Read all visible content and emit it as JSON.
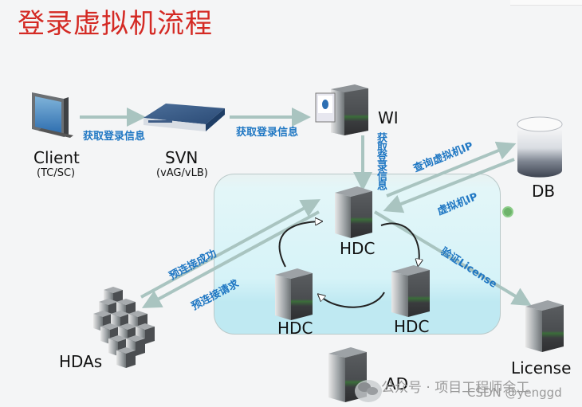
{
  "title": "登录虚拟机流程",
  "nodes": {
    "client": {
      "label": "Client",
      "sublabel": "(TC/SC)",
      "icon": "monitor-icon"
    },
    "svn": {
      "label": "SVN",
      "sublabel": "(vAG/vLB)",
      "icon": "network-appliance-icon"
    },
    "wi": {
      "label": "WI",
      "icon": "web-server-icon"
    },
    "db": {
      "label": "DB",
      "icon": "database-icon"
    },
    "hdc_top": {
      "label": "HDC",
      "icon": "server-icon"
    },
    "hdc_left": {
      "label": "HDC",
      "icon": "server-icon"
    },
    "hdc_right": {
      "label": "HDC",
      "icon": "server-icon"
    },
    "hdas": {
      "label": "HDAs",
      "icon": "server-cluster-icon"
    },
    "license": {
      "label": "License",
      "icon": "server-icon"
    },
    "ad": {
      "label": "AD",
      "icon": "server-icon"
    }
  },
  "edges": {
    "client_svn": "获取登录信息",
    "svn_wi": "获取登录信息",
    "wi_hdc": "获取登录信息",
    "hdc_db": "查询虚拟机IP",
    "db_hdc": "虚拟机IP",
    "hdc_hdas_success": "预连接成功",
    "hdas_hdc_request": "预连接请求",
    "hdc_license": "验证License"
  },
  "watermark": {
    "wechat": "公众号 · 项目工程师余工",
    "csdn": "CSDN @yenggd"
  },
  "colors": {
    "title": "#d42a24",
    "edge_label": "#1f77c3",
    "arrow": "#a9c4c0",
    "cluster_fill": "#d6f3f8"
  }
}
